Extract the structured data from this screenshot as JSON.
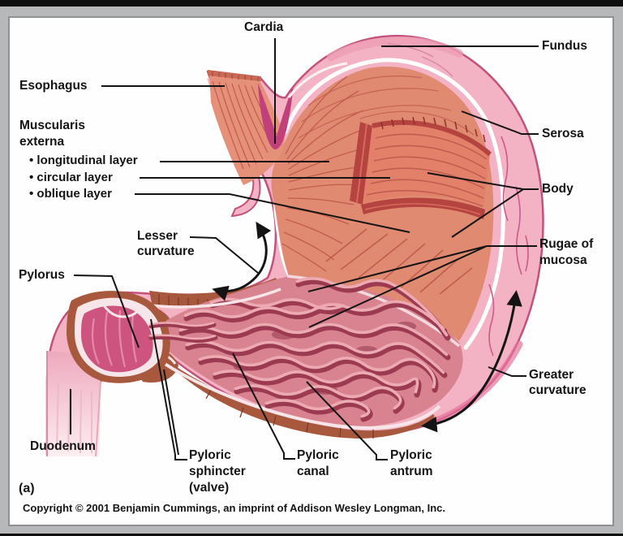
{
  "figure": {
    "panel_letter": "(a)",
    "copyright": "Copyright © 2001 Benjamin Cummings, an imprint of Addison Wesley Longman, Inc.",
    "labels": {
      "cardia": "Cardia",
      "fundus": "Fundus",
      "esophagus": "Esophagus",
      "muscularis_externa": "Muscularis\nexterna",
      "muscularis_bullets": "• longitudinal layer\n• circular layer\n• oblique layer",
      "serosa": "Serosa",
      "body": "Body",
      "lesser_curvature": "Lesser\ncurvature",
      "rugae_of_mucosa": "Rugae of\nmucosa",
      "pylorus": "Pylorus",
      "greater_curvature": "Greater\ncurvature",
      "duodenum": "Duodenum",
      "pyloric_sphincter": "Pyloric\nsphincter\n(valve)",
      "pyloric_canal": "Pyloric\ncanal",
      "pyloric_antrum": "Pyloric\nantrum"
    },
    "colors": {
      "frame_gray": "#b7b8ba",
      "outer_serosa_pink": "#f4b3c5",
      "serosa_edge": "#c24f79",
      "muscle_salmon": "#e18a72",
      "muscle_fiber": "#c25b4e",
      "cut_edge_red": "#b5433f",
      "cardia_magenta": "#c2407a",
      "rugae_base": "#d8838f",
      "rugae_fold_dark": "#9c3a52",
      "rugae_fold_light": "#ecaab3",
      "wall_brown": "#a8583d",
      "duodenum_interior": "#ce5480",
      "lining_white": "#f7e6e9",
      "leader_black": "#141414"
    }
  }
}
